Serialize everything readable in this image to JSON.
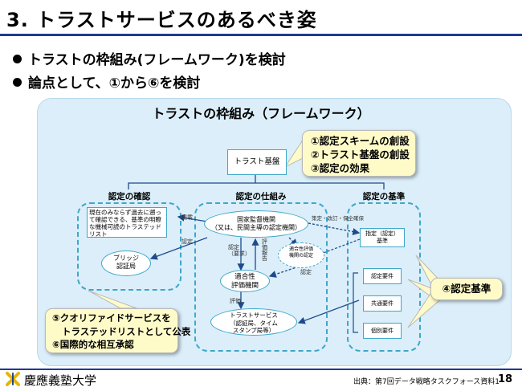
{
  "slide": {
    "title": "3. トラストサービスのあるべき姿",
    "bullets": [
      "トラストの枠組み(フレームワーク)を検討",
      "論点として、①から⑥を検討"
    ]
  },
  "framework": {
    "title": "トラストの枠組み（フレームワーク）",
    "trust_base": "トラスト基盤",
    "top_callout": [
      "①認定スキームの創設",
      "②トラスト基盤の創設",
      "③認定の効果"
    ],
    "columns": {
      "verification": "認定の確認",
      "mechanism": "認定の仕組み",
      "standard": "認定の基準"
    },
    "verification_box": "現在のみならず過去に遡って確認できる、基準の明瞭な機械可読のトラステッドリスト",
    "bridge": [
      "ブリッジ",
      "認証局"
    ],
    "national_body": [
      "国家監督機関",
      "（又は、民間主導の認定機関）"
    ],
    "conformity_small": [
      "適合性評価",
      "機関の認定",
      "認定"
    ],
    "conformity_body": [
      "適合性",
      "評価機関"
    ],
    "trust_service": [
      "トラストサービス",
      "（認証局、タイム",
      "スタンプ局等）"
    ],
    "designation": [
      "指定（認定）",
      "基準"
    ],
    "requirements": [
      "認定要件",
      "共通要件",
      "個別要件"
    ],
    "right_callout": "④認定基準",
    "bottom_callout": [
      "⑤クオリファイドサービスを",
      "トラステッドリストとして公表",
      "⑥国際的な相互承認"
    ],
    "arrow_labels": {
      "publish": "掲載",
      "designate": "認定",
      "guideline": "策定・改訂・保全確保",
      "eval_report": "評価報告",
      "cert_request": [
        "認定",
        "（要求）"
      ],
      "eval": "評価",
      "ninteI": "認定"
    }
  },
  "footer": {
    "university": "慶應義塾大学",
    "source": "出典：第7回データ戦略タスクフォース資料1",
    "page": "18"
  }
}
